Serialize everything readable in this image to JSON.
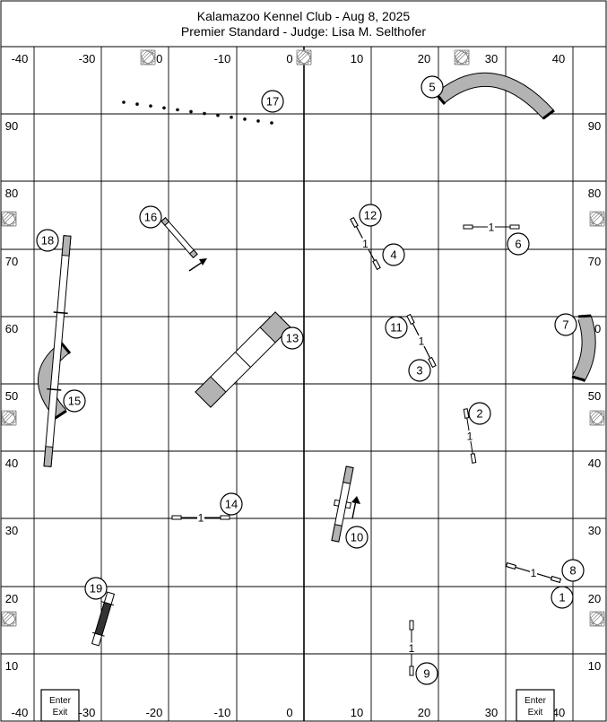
{
  "header": {
    "title": "Kalamazoo Kennel Club - Aug 8, 2025",
    "subtitle": "Premier Standard - Judge: Lisa M. Selthofer"
  },
  "axes": {
    "x_labels": [
      "-40",
      "-30",
      "-20",
      "-10",
      "0",
      "10",
      "20",
      "30",
      "40"
    ],
    "y_labels": [
      "90",
      "80",
      "70",
      "60",
      "50",
      "40",
      "30",
      "20",
      "10"
    ]
  },
  "obstacles": [
    {
      "num": "1",
      "kind": "jump"
    },
    {
      "num": "2",
      "kind": "jump"
    },
    {
      "num": "3",
      "kind": "jump"
    },
    {
      "num": "4",
      "kind": "jump"
    },
    {
      "num": "5",
      "kind": "tunnel"
    },
    {
      "num": "6",
      "kind": "jump"
    },
    {
      "num": "7",
      "kind": "tunnel"
    },
    {
      "num": "8",
      "kind": "jump"
    },
    {
      "num": "9",
      "kind": "jump"
    },
    {
      "num": "10",
      "kind": "teeter"
    },
    {
      "num": "11",
      "kind": "jump"
    },
    {
      "num": "12",
      "kind": "jump"
    },
    {
      "num": "13",
      "kind": "aframe"
    },
    {
      "num": "14",
      "kind": "jump"
    },
    {
      "num": "15",
      "kind": "tunnel"
    },
    {
      "num": "16",
      "kind": "tire"
    },
    {
      "num": "17",
      "kind": "weave"
    },
    {
      "num": "18",
      "kind": "dogwalk"
    },
    {
      "num": "19",
      "kind": "table"
    }
  ],
  "jump_bar_label": "1",
  "enter_exit": {
    "line1": "Enter",
    "line2": "Exit"
  },
  "colors": {
    "obstacle_fill": "#b3b3b3",
    "grid": "#000000",
    "dark": "#333333"
  }
}
